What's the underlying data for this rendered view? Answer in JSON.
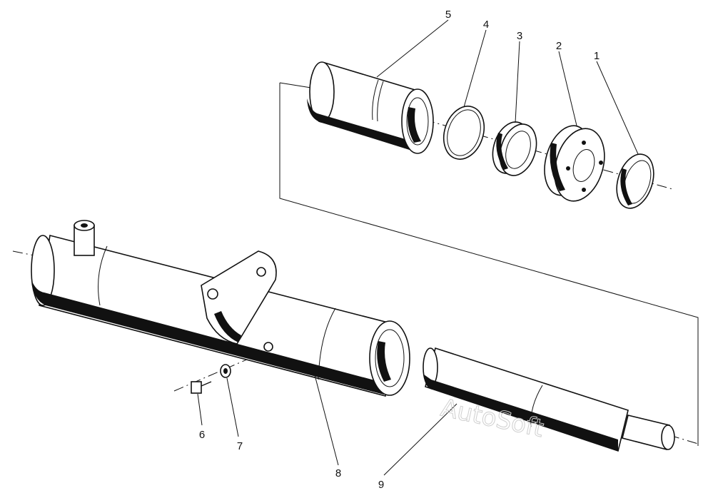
{
  "callouts": [
    {
      "id": "1",
      "label": "1"
    },
    {
      "id": "2",
      "label": "2"
    },
    {
      "id": "3",
      "label": "3"
    },
    {
      "id": "4",
      "label": "4"
    },
    {
      "id": "5",
      "label": "5"
    },
    {
      "id": "6",
      "label": "6"
    },
    {
      "id": "7",
      "label": "7"
    },
    {
      "id": "8",
      "label": "8"
    },
    {
      "id": "9",
      "label": "9"
    }
  ],
  "watermark": "AutoSoft"
}
